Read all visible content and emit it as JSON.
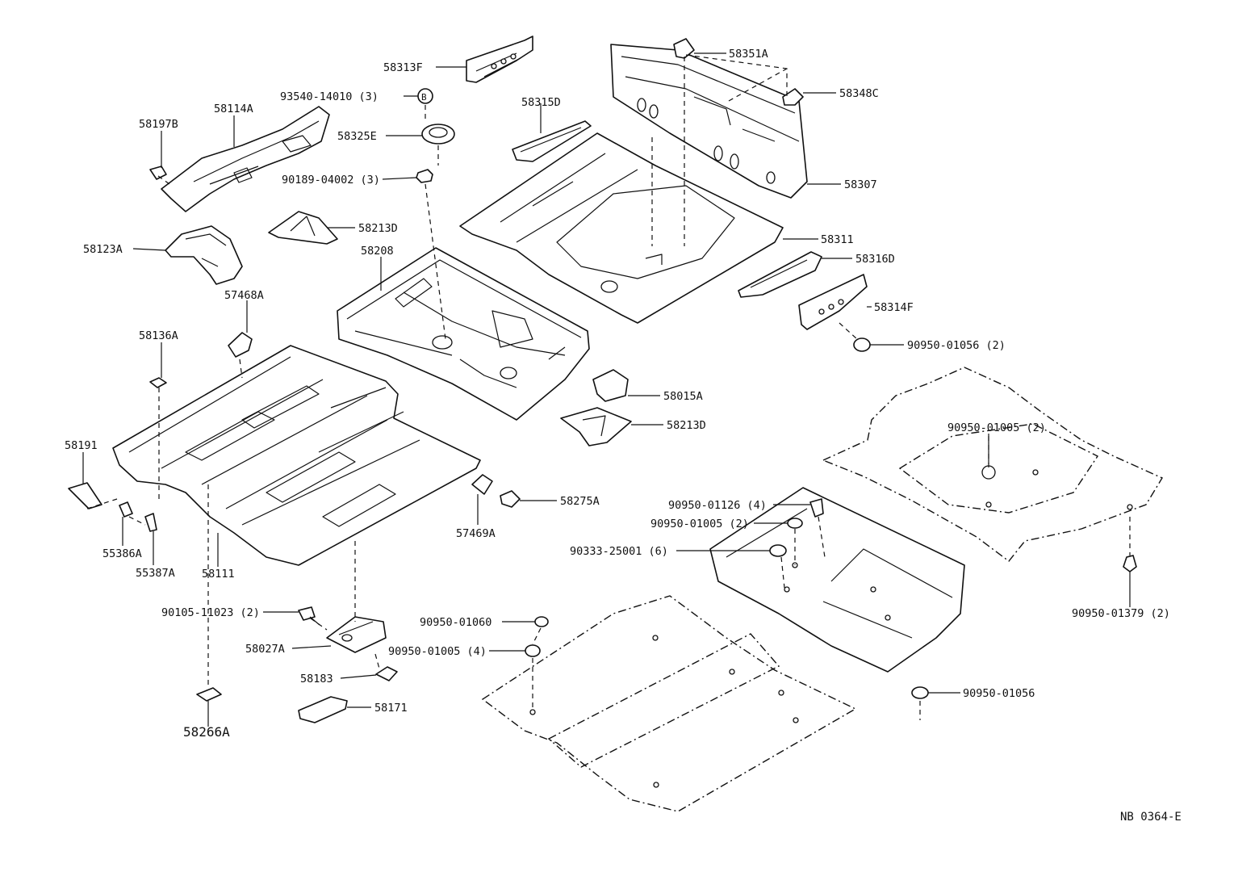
{
  "figure_code": "NB 0364-E",
  "labels": {
    "p58313F": "58313F",
    "p93540": "93540-14010 (3)",
    "p58325E": "58325E",
    "p90189": "90189-04002 (3)",
    "p58114A": "58114A",
    "p58197B": "58197B",
    "p58123A": "58123A",
    "p58213D_top": "58213D",
    "p58208": "58208",
    "p57468A": "57468A",
    "p58136A": "58136A",
    "p58191": "58191",
    "p55386A": "55386A",
    "p55387A": "55387A",
    "p58111": "58111",
    "p90105": "90105-11023 (2)",
    "p58027A": "58027A",
    "p58183": "58183",
    "p58171": "58171",
    "p58266A": "58266A",
    "p57469A": "57469A",
    "p58275A": "58275A",
    "p58213D_bot": "58213D",
    "p58015A": "58015A",
    "p58315D": "58315D",
    "p58351A": "58351A",
    "p58348C": "58348C",
    "p58307": "58307",
    "p58311": "58311",
    "p58316D": "58316D",
    "p58314F": "58314F",
    "p90950_01056_2": "90950-01056 (2)",
    "p90950_01005_2_right": "90950-01005 (2)",
    "p90950_01126": "90950-01126 (4)",
    "p90950_01005_2_mid": "90950-01005 (2)",
    "p90333": "90333-25001 (6)",
    "p90950_01060": "90950-01060",
    "p90950_01005_4": "90950-01005 (4)",
    "p90950_01056": "90950-01056",
    "p90950_01379": "90950-01379 (2)"
  }
}
